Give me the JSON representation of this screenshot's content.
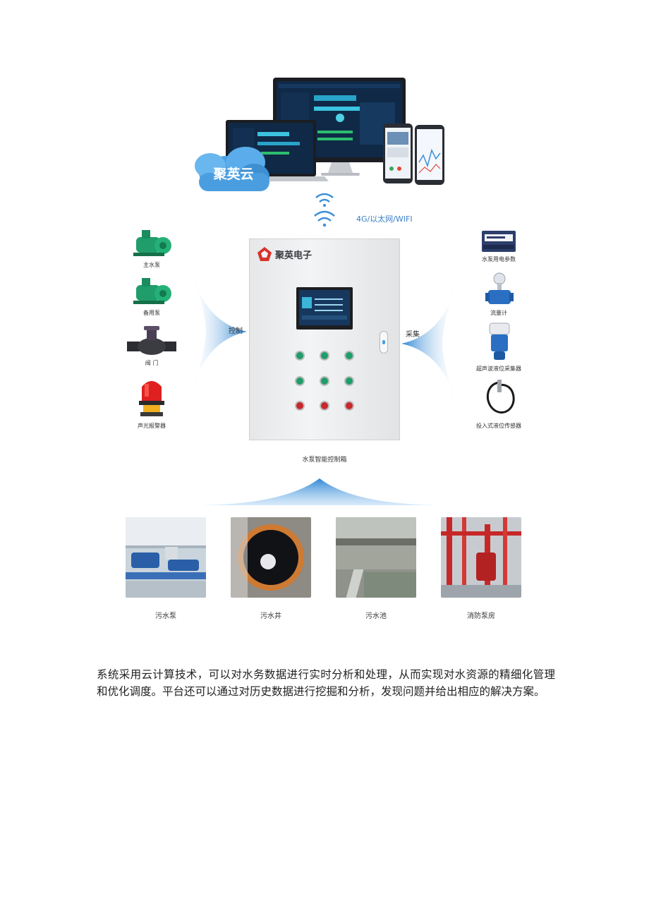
{
  "cloud": {
    "brand": "聚英云"
  },
  "network": {
    "label": "4G/以太网/WIFI"
  },
  "cabinet": {
    "brand": "聚英电子",
    "caption": "水泵智能控制箱"
  },
  "arrows": {
    "left_label": "控制",
    "right_label": "采集"
  },
  "left_devices": [
    {
      "label": "主水泵",
      "icon": "green-pump-icon"
    },
    {
      "label": "备用泵",
      "icon": "green-pump-icon"
    },
    {
      "label": "阀 门",
      "icon": "valve-icon"
    },
    {
      "label": "声光报警器",
      "icon": "alarm-light-icon"
    }
  ],
  "right_devices": [
    {
      "label": "水泵用电参数",
      "icon": "power-meter-icon"
    },
    {
      "label": "流量计",
      "icon": "flowmeter-icon"
    },
    {
      "label": "超声波液位采集器",
      "icon": "ultrasonic-sensor-icon"
    },
    {
      "label": "投入式液位传感器",
      "icon": "level-probe-icon"
    }
  ],
  "scenes": [
    {
      "label": "污水泵"
    },
    {
      "label": "污水井"
    },
    {
      "label": "污水池"
    },
    {
      "label": "消防泵房"
    }
  ],
  "body_text": "系统采用云计算技术，可以对水务数据进行实时分析和处理，从而实现对水资源的精细化管理和优化调度。平台还可以通过对历史数据进行挖掘和分析，发现问题并给出相应的解决方案。",
  "colors": {
    "accent_blue": "#3a8fd8",
    "cloud_blue": "#4a9ee0",
    "brand_red": "#d9322b",
    "pump_green": "#1f9d6a"
  }
}
